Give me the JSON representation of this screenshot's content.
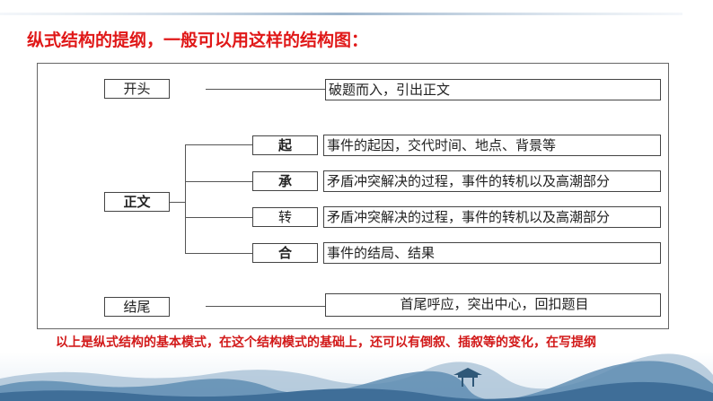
{
  "title": "纵式结构的提纲，一般可以用这样的结构图：",
  "labels": {
    "opening": "开头",
    "body": "正文",
    "ending": "结尾",
    "qi": "起",
    "cheng": "承",
    "zhuan": "转",
    "he": "合"
  },
  "descriptions": {
    "opening": "破题而入，引出正文",
    "qi": "事件的起因，交代时间、地点、背景等",
    "cheng": "矛盾冲突解决的过程，事件的转机以及高潮部分",
    "zhuan": "矛盾冲突解决的过程，事件的转机以及高潮部分",
    "he": "事件的结局、结果",
    "ending": "首尾呼应，突出中心，回扣题目"
  },
  "footer": "以上是纵式结构的基本模式，在这个结构模式的基础上，还可以有倒叙、插叙等的变化，在写提纲",
  "colors": {
    "accent_red": "#e01818",
    "landscape_blue": "#4a7fa8"
  }
}
